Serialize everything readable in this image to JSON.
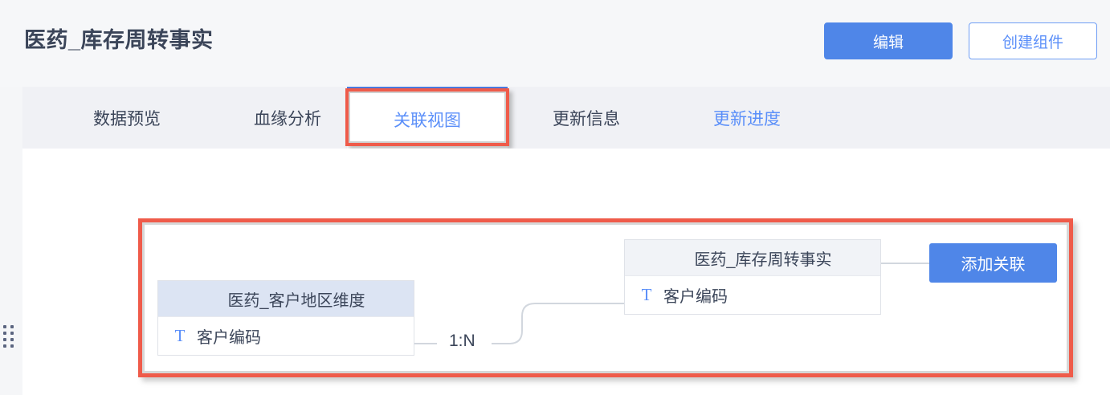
{
  "header": {
    "title": "医药_库存周转事实",
    "edit_label": "编辑",
    "create_component_label": "创建组件"
  },
  "tabs": [
    {
      "label": "数据预览",
      "active": false,
      "linkish": false
    },
    {
      "label": "血缘分析",
      "active": false,
      "linkish": false
    },
    {
      "label": "关联视图",
      "active": true,
      "linkish": false
    },
    {
      "label": "更新信息",
      "active": false,
      "linkish": false
    },
    {
      "label": "更新进度",
      "active": false,
      "linkish": true
    }
  ],
  "diagram": {
    "dimension_table": {
      "name": "医药_客户地区维度",
      "fields": [
        {
          "type_icon": "T",
          "name": "客户编码"
        }
      ]
    },
    "fact_table": {
      "name": "医药_库存周转事实",
      "fields": [
        {
          "type_icon": "T",
          "name": "客户编码"
        }
      ]
    },
    "cardinality": "1:N",
    "add_relation_label": "添加关联"
  },
  "colors": {
    "accent_blue": "#4f86e8",
    "link_blue": "#5b8ff9",
    "annotation_red": "#ef5b4a",
    "dimension_header": "#dce4f3",
    "fact_header": "#f1f3f7",
    "page_background": "#f5f6f8"
  }
}
